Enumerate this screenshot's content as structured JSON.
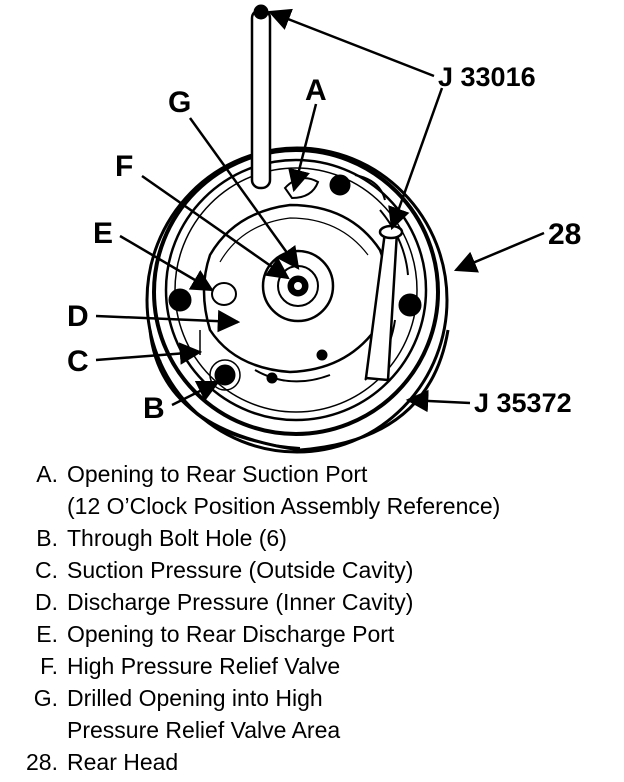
{
  "callouts": {
    "a": "A",
    "b": "B",
    "c": "C",
    "d": "D",
    "e": "E",
    "f": "F",
    "g": "G",
    "rear_head": "28",
    "tool_top": "J 33016",
    "tool_bottom": "J 35372"
  },
  "legend": [
    {
      "key": "A.",
      "lines": [
        "Opening to Rear Suction Port",
        "(12 O’Clock Position Assembly Reference)"
      ]
    },
    {
      "key": "B.",
      "lines": [
        "Through Bolt Hole (6)"
      ]
    },
    {
      "key": "C.",
      "lines": [
        "Suction Pressure (Outside Cavity)"
      ]
    },
    {
      "key": "D.",
      "lines": [
        "Discharge Pressure (Inner Cavity)"
      ]
    },
    {
      "key": "E.",
      "lines": [
        "Opening to Rear Discharge Port"
      ]
    },
    {
      "key": "F.",
      "lines": [
        "High Pressure Relief Valve"
      ]
    },
    {
      "key": "G.",
      "lines": [
        "Drilled Opening into High",
        "Pressure Relief Valve Area"
      ]
    },
    {
      "key": "28.",
      "lines": [
        "Rear Head"
      ]
    }
  ]
}
